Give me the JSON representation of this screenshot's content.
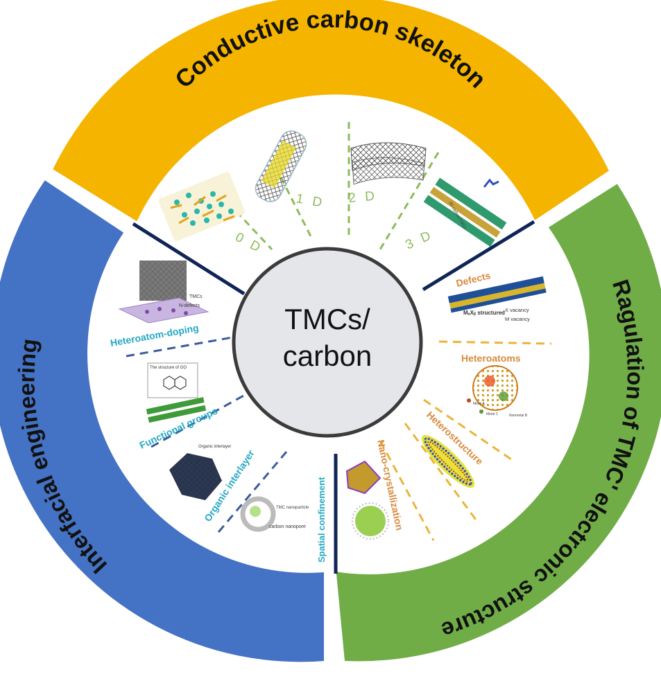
{
  "center": {
    "line1": "TMCs/",
    "line2": "carbon"
  },
  "segments": {
    "top": {
      "title": "Conductive carbon skeleton",
      "color": "#f5b400"
    },
    "right": {
      "title": "Ragulation of TMC' electronic structure",
      "color": "#70ad47"
    },
    "left": {
      "title": "Interfacial engineering",
      "color": "#4472c4"
    }
  },
  "dimensions": [
    "0 D",
    "1 D",
    "2 D",
    "3 D"
  ],
  "right_items": [
    "Defects",
    "Heteroatoms",
    "Heterostructure",
    "Nano-crystallization"
  ],
  "left_items": [
    "Heteroatom-doping",
    "Functional groups",
    "Organic interlayer",
    "Spatial confinement"
  ],
  "figure_text": {
    "vacancy_x": "X vacancy",
    "vacancy_m": "M vacancy",
    "mx_structured": "MₐXᵦ structured",
    "metal_a": "Metal A",
    "metal_c": "Metal C",
    "nonmetal_b": "Nonmetal B",
    "tmcs": "TMCs",
    "n_defects": "N-defects",
    "go_structure": "The structure of GO",
    "organic_interlayer_small": "Organic interlayer",
    "tmc_nanoparticle": "TMC nanoparticle",
    "carbon_nanopore": "carbon nanopore",
    "three_d_label": "3D carbon/TMCs"
  },
  "colors": {
    "ring_bg": "#ffffff",
    "center_fill": "#e4e6ea",
    "center_stroke": "#3b3b3b",
    "divider": "#0f2457",
    "dash_green": "#8dbb5a",
    "dash_orange": "#eab437",
    "dash_blue": "#3a5a9a",
    "label_cyan": "#22a9c4",
    "label_orange": "#d98a3c"
  }
}
